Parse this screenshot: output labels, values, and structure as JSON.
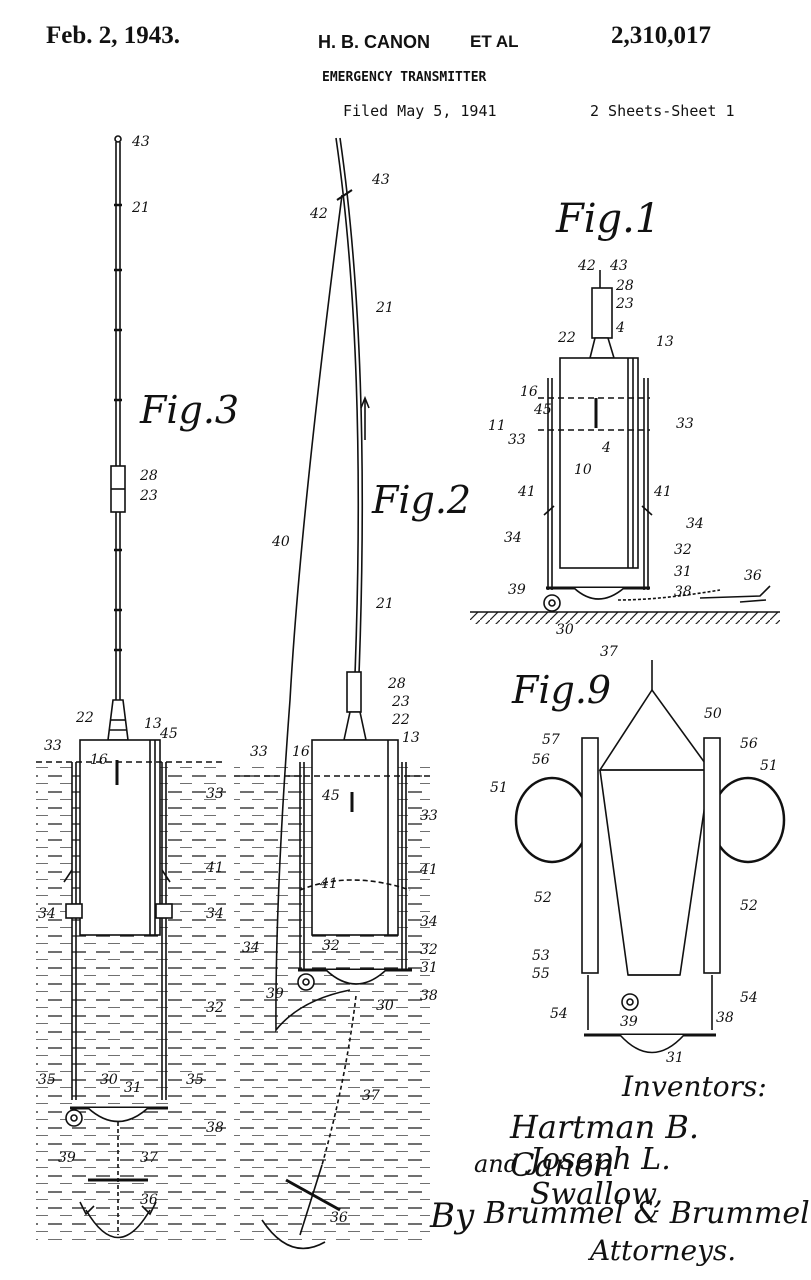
{
  "header": {
    "date": "Feb. 2, 1943.",
    "inventors_short": "H. B. CANON",
    "et_al": "ET AL",
    "patent_number": "2,310,017",
    "title": "EMERGENCY TRANSMITTER",
    "filed": "Filed May 5, 1941",
    "sheets": "2 Sheets-Sheet 1"
  },
  "figures": {
    "fig1": "Fig.1",
    "fig2": "Fig.2",
    "fig3": "Fig.3",
    "fig9": "Fig.9"
  },
  "signatures": {
    "inventors_label": "Inventors:",
    "inventor1": "Hartman B. Canon",
    "and": "and",
    "inventor2": "Joseph L. Swallow,",
    "by": "By",
    "firm": "Brummel & Brummel",
    "attorneys": "Attorneys."
  },
  "labels": {
    "fig3": [
      "43",
      "21",
      "28",
      "23",
      "22",
      "13",
      "45",
      "33",
      "16",
      "33",
      "41",
      "34",
      "34",
      "32",
      "35",
      "30",
      "31",
      "35",
      "38",
      "39",
      "37",
      "36"
    ],
    "fig2": [
      "43",
      "42",
      "21",
      "40",
      "21",
      "28",
      "23",
      "22",
      "13",
      "33",
      "16",
      "45",
      "33",
      "41",
      "41",
      "34",
      "34",
      "32",
      "32",
      "31",
      "39",
      "30",
      "38",
      "37",
      "36"
    ],
    "fig1": [
      "42",
      "43",
      "28",
      "23",
      "22",
      "4",
      "13",
      "16",
      "45",
      "11",
      "33",
      "33",
      "4",
      "10",
      "41",
      "41",
      "34",
      "34",
      "32",
      "31",
      "36",
      "39",
      "38",
      "30",
      "37"
    ],
    "fig9": [
      "50",
      "57",
      "56",
      "56",
      "51",
      "51",
      "52",
      "52",
      "53",
      "55",
      "54",
      "39",
      "38",
      "54",
      "31"
    ]
  }
}
